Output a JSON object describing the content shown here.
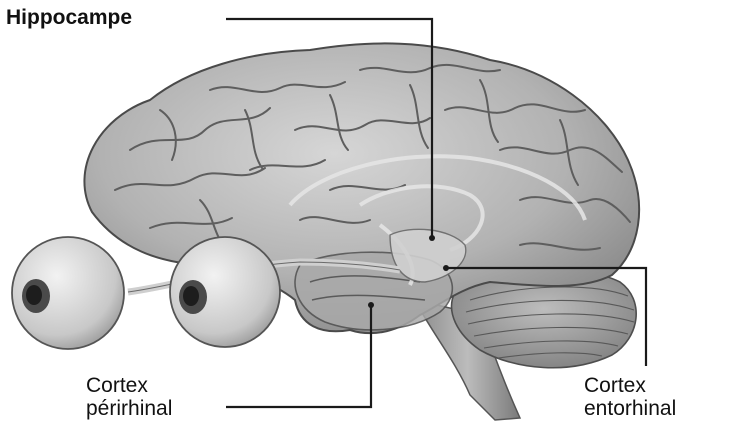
{
  "labels": {
    "hippocampe": "Hippocampe",
    "perirhinal": {
      "line1": "Cortex",
      "line2": "périrhinal"
    },
    "entorhinal": {
      "line1": "Cortex",
      "line2": "entorhinal"
    }
  },
  "colors": {
    "background": "#ffffff",
    "brain": "#b9b9b9",
    "brain_shadow": "#7a7a7a",
    "leader_line": "#1a1a1a"
  }
}
